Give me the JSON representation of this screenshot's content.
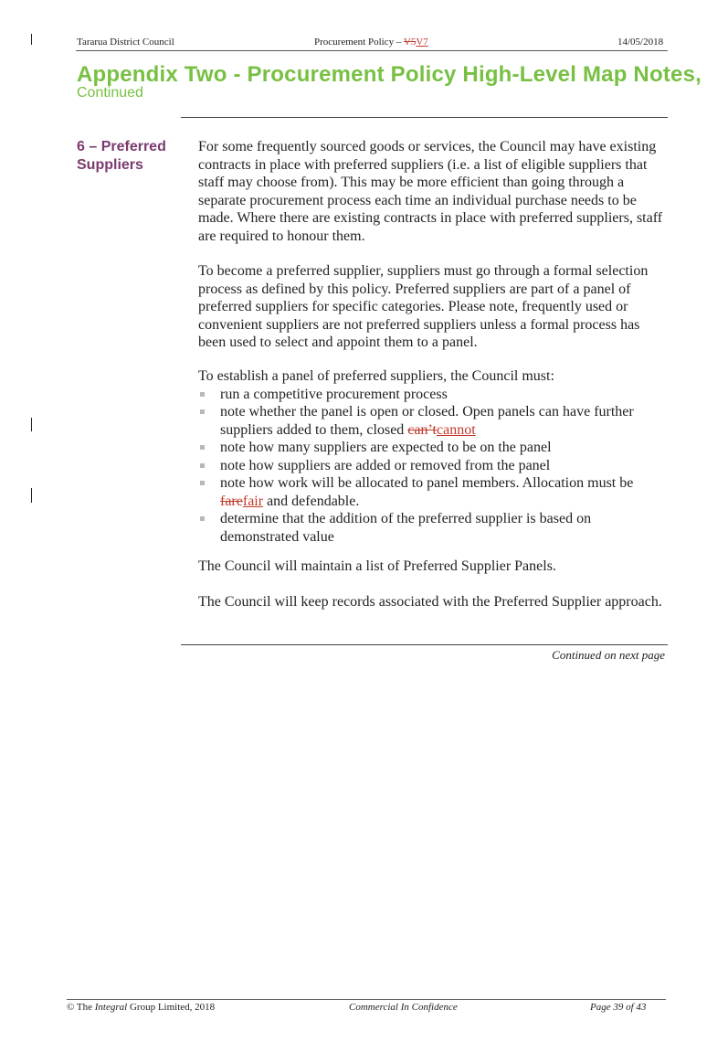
{
  "header": {
    "org": "Tararua District Council",
    "doc_prefix": "Procurement Policy – ",
    "version_deleted": "V5",
    "version_inserted": "V7",
    "date": "14/05/2018"
  },
  "title": "Appendix Two -  Procurement Policy High-Level Map Notes,",
  "subtitle": "Continued",
  "section": {
    "heading": "6 – Preferred Suppliers",
    "para1": "For some frequently sourced goods or services, the Council may have existing contracts in place with preferred suppliers (i.e. a list of eligible suppliers that staff may choose from).  This may be more efficient than going through a separate procurement process each time an individual purchase needs to be made.  Where there are existing contracts in place with preferred suppliers, staff are required to honour them.",
    "para2": "To become a preferred supplier, suppliers must go through a formal selection process as defined by this policy. Preferred suppliers are part of a panel of preferred suppliers for specific categories.  Please note, frequently used or convenient suppliers are not preferred suppliers unless a formal process has been used to select and appoint them to a panel.",
    "list_intro": "To establish a panel of preferred suppliers, the Council must:",
    "bullets": {
      "b1": "run a competitive procurement process",
      "b2_text": "note whether the panel is open or closed.  Open panels can have further suppliers added to them, closed ",
      "b2_deleted": "can’t",
      "b2_inserted": "cannot",
      "b3": "note how many suppliers are expected to be on the panel",
      "b4": "note how suppliers are added or removed from the panel",
      "b5_text": "note how work will be allocated to panel members.  Allocation must be ",
      "b5_deleted": "fare",
      "b5_inserted": "fair",
      "b5_tail": " and defendable.",
      "b6": "determine that the addition of the preferred supplier is based on demonstrated value"
    },
    "para3": "The Council will maintain a list of Preferred Supplier Panels.",
    "para4": "The Council will keep records associated with the Preferred Supplier approach."
  },
  "continued": "Continued on next page",
  "footer": {
    "copyright_prefix": "© The ",
    "copyright_italic": "Integral",
    "copyright_suffix": " Group Limited, 2018",
    "confidentiality": "Commercial In Confidence",
    "page": "Page 39 of 43"
  },
  "colors": {
    "title_green": "#78c043",
    "heading_purple": "#7b3a6e",
    "revision_red": "#c0392b"
  }
}
